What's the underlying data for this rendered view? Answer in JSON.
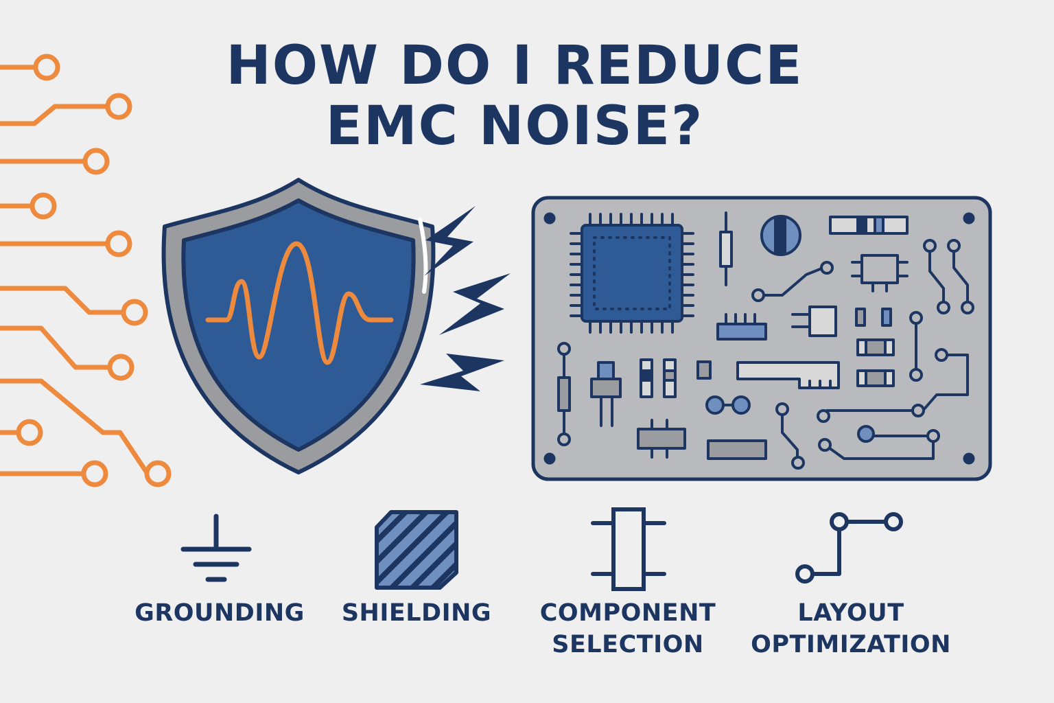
{
  "title": {
    "line1": "HOW DO I REDUCE",
    "line2": "EMC NOISE?"
  },
  "colors": {
    "background": "#efefef",
    "navy": "#1c3561",
    "shield_blue": "#2e5b96",
    "orange": "#ed8a3d",
    "board_gray": "#b8babd",
    "accent_blue": "#6f8fbf"
  },
  "illustrations": {
    "left": "circuit-traces",
    "center": "shield-with-noise-wave",
    "right": "circuit-board"
  },
  "techniques": [
    {
      "icon": "ground-symbol-icon",
      "line1": "GROUNDING",
      "line2": ""
    },
    {
      "icon": "shielding-block-icon",
      "line1": "SHIELDING",
      "line2": ""
    },
    {
      "icon": "component-icon",
      "line1": "COMPONENT",
      "line2": "SELECTION"
    },
    {
      "icon": "layout-trace-icon",
      "line1": "LAYOUT",
      "line2": "OPTIMIZATION"
    }
  ]
}
